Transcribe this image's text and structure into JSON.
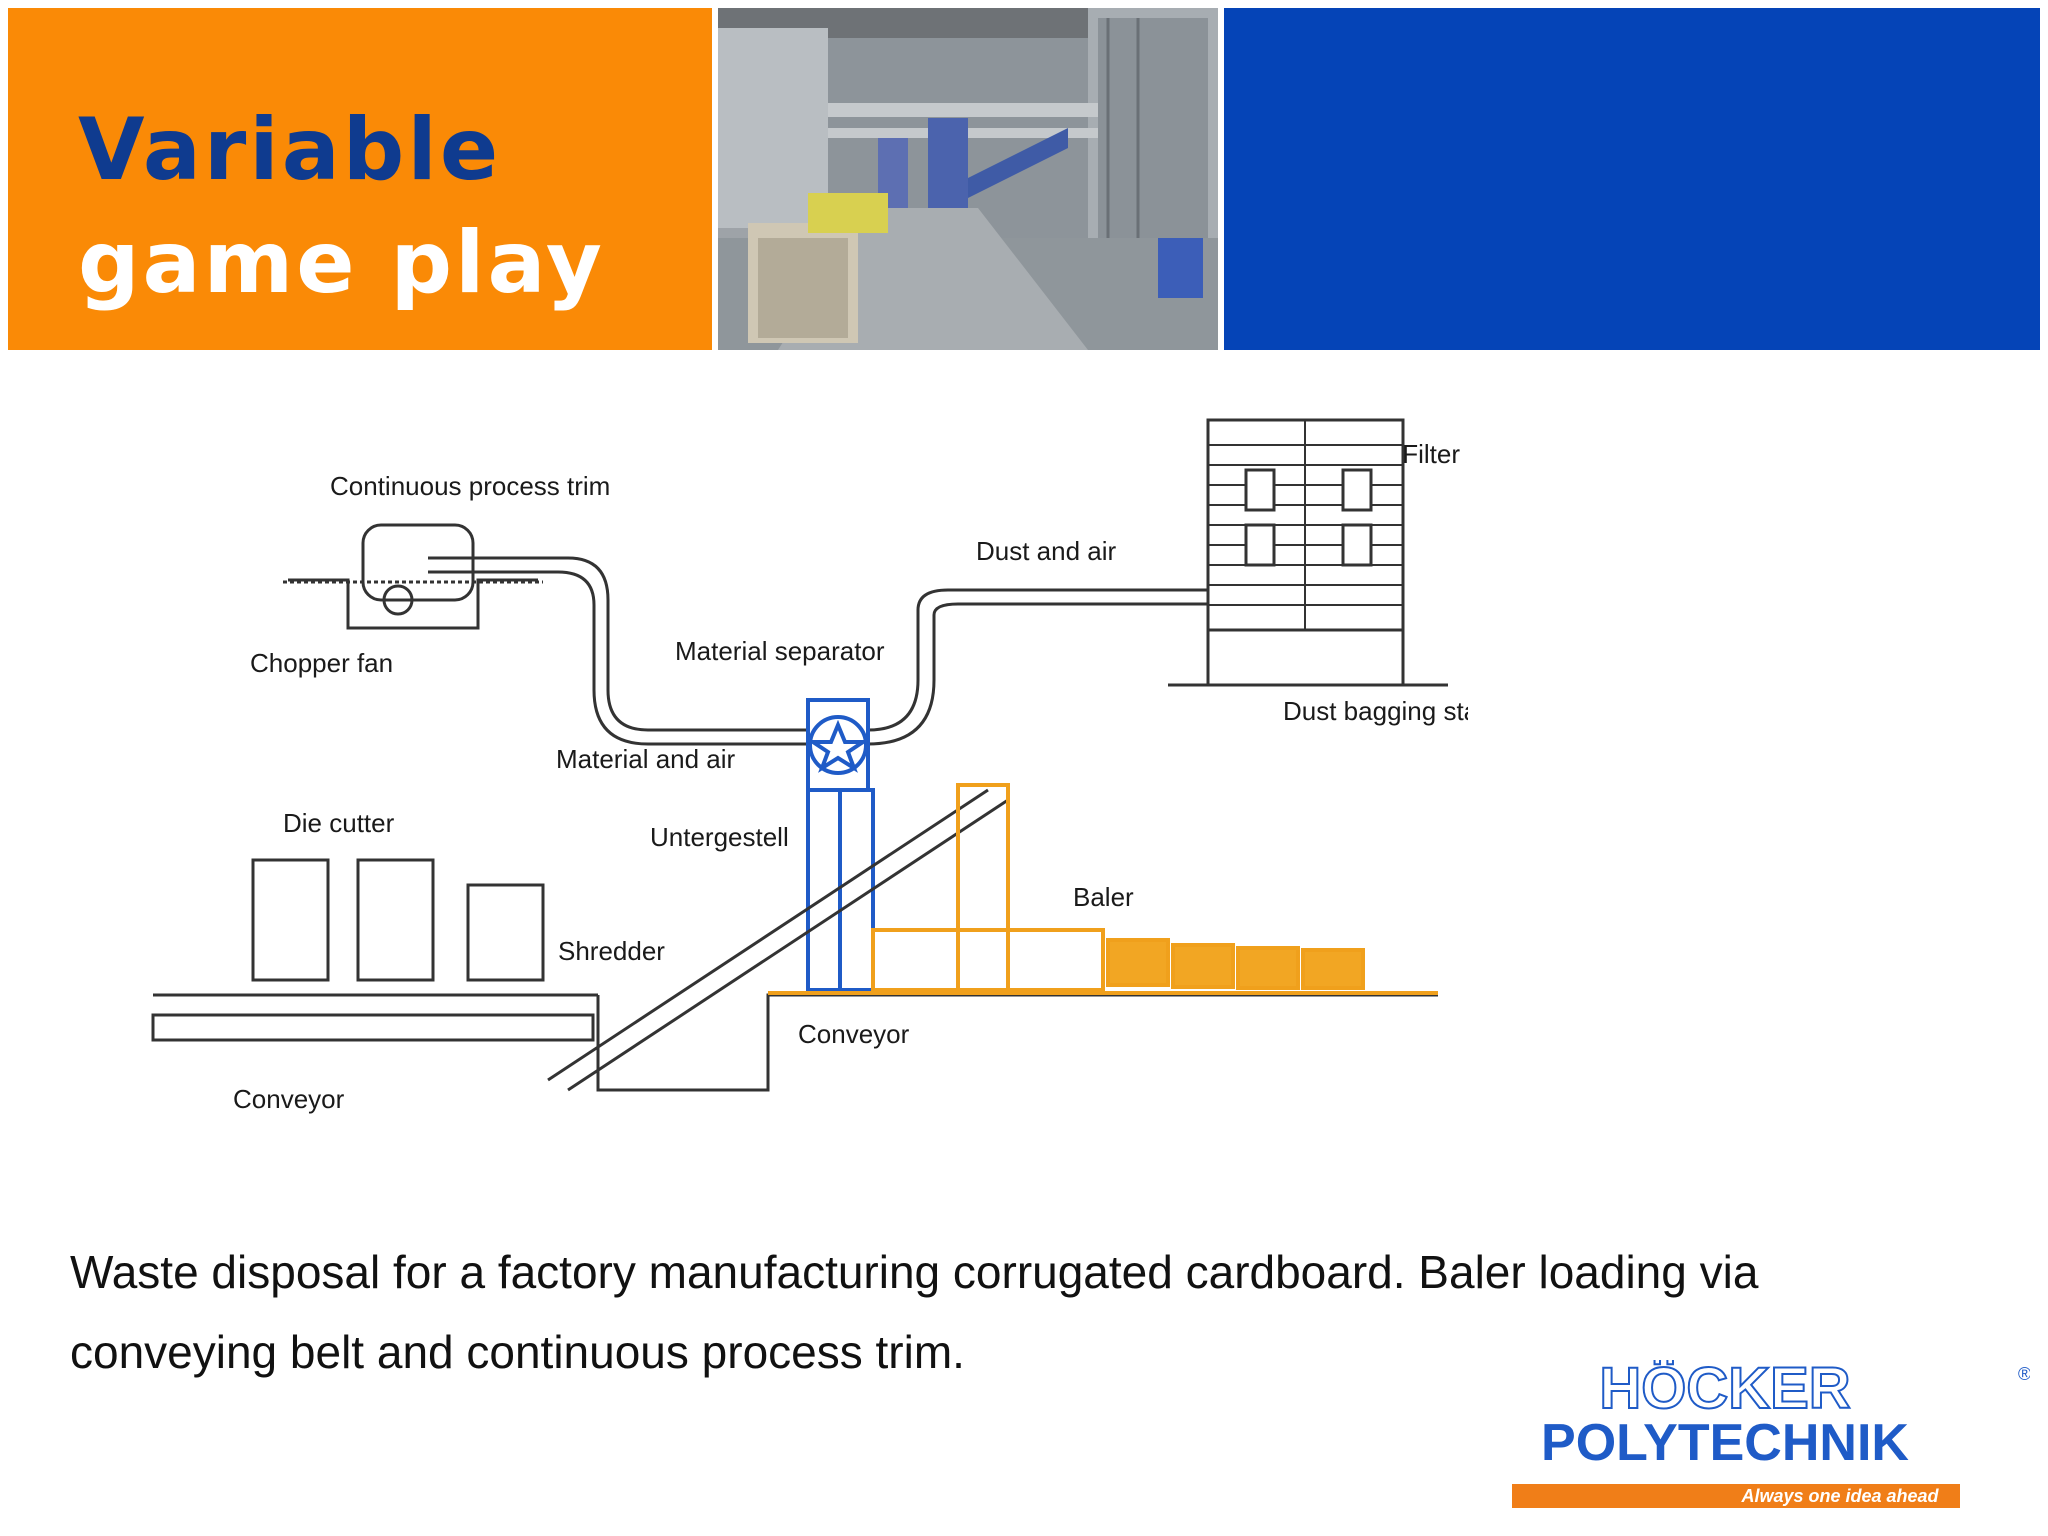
{
  "header": {
    "title_line1": "Variable",
    "title_line2": "game play",
    "colors": {
      "orange": "#fa8a06",
      "blue": "#0544b7",
      "title_blue": "#0f3b8f"
    }
  },
  "diagram": {
    "labels": {
      "continuous_process_trim": "Continuous process trim",
      "chopper_fan": "Chopper fan",
      "material_separator": "Material separator",
      "material_and_air": "Material and air",
      "dust_and_air": "Dust and air",
      "filter": "Filter",
      "dust_bagging_station": "Dust bagging station",
      "die_cutter": "Die cutter",
      "untergestell": "Untergestell",
      "shredder": "Shredder",
      "baler": "Baler",
      "conveyor_right": "Conveyor",
      "conveyor_left": "Conveyor"
    }
  },
  "caption": "Waste disposal for a factory manufacturing corrugated cardboard. Baler loading via conveying belt and continuous process trim.",
  "logo": {
    "line1": "HÖCKER",
    "line2": "POLYTECHNIK",
    "tagline": "Always one idea ahead",
    "registered": "®"
  }
}
